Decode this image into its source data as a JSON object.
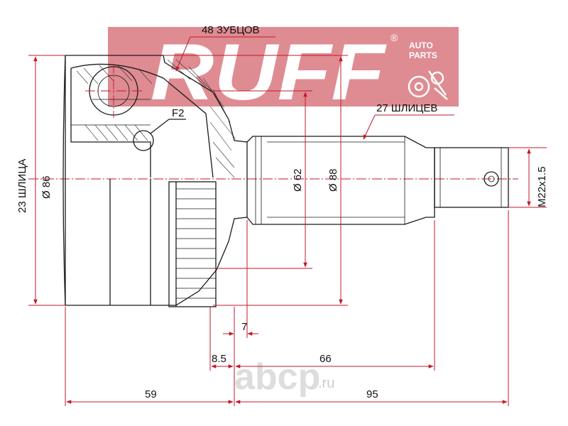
{
  "logo": {
    "brand": "RUFF",
    "registered": "®",
    "tag_line1": "AUTO",
    "tag_line2": "PARTS",
    "color": "#d9777f"
  },
  "watermark": {
    "text": "abcp",
    "suffix": ".ru"
  },
  "labels": {
    "teeth": "48 ЗУБЦОВ",
    "splines_outer": "27 ШЛИЦЕВ",
    "splines_inner": "23 ШЛИЦА",
    "diam_body": "Ø 86",
    "diam_62": "Ø 62",
    "diam_88": "Ø 88",
    "thread": "M22x1.5",
    "detail": "F2"
  },
  "dimensions": {
    "d7": "7",
    "d85": "8.5",
    "d66": "66",
    "d59": "59",
    "d95": "95"
  },
  "colors": {
    "dimension": "#c21a2a",
    "drawing": "#1a1a1a"
  }
}
